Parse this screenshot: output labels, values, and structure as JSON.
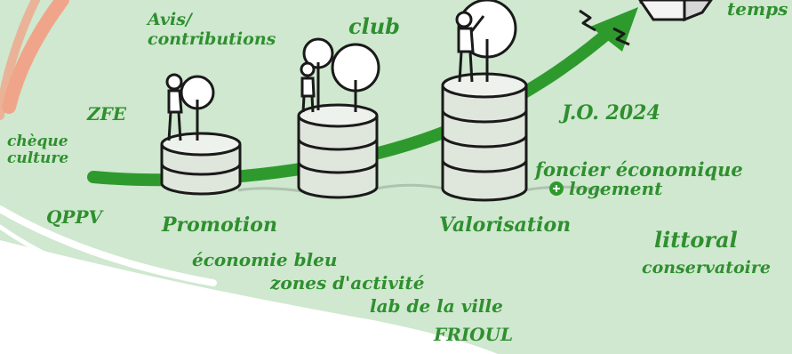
{
  "colors": {
    "background": "#cfe8cf",
    "background_light": "#e3f2e3",
    "arrow": "#2e9a2e",
    "handwriting": "#2f8f2f",
    "peach_arc": "#f0a58a",
    "ink": "#1a1a1a",
    "coin_fill": "#dfe6dc"
  },
  "labels": {
    "avis_contributions": "Avis/\ncontributions",
    "club": "club",
    "temps": "temps",
    "zfe": "ZFE",
    "cheque_culture": "chèque\nculture",
    "qppv": "QPPV",
    "jo_2024": "J.O. 2024",
    "foncier_economique": "foncier économique",
    "plus_logement": "logement",
    "promotion": "Promotion",
    "valorisation": "Valorisation",
    "economie_bleu": "économie bleu",
    "zones_activite": "zones d'activité",
    "lab_de_la_ville": "lab de la ville",
    "frioul": "FRIOUL",
    "littoral": "littoral",
    "conservatoire": "conservatoire"
  },
  "stages": [
    {
      "name": "promotion",
      "coins": 2
    },
    {
      "name": "club",
      "coins": 3
    },
    {
      "name": "valorisation",
      "coins": 4
    }
  ],
  "icons": [
    "growth-arrow-icon",
    "person-icon",
    "tree-icon",
    "coin-stack-icon",
    "lightning-icon"
  ]
}
